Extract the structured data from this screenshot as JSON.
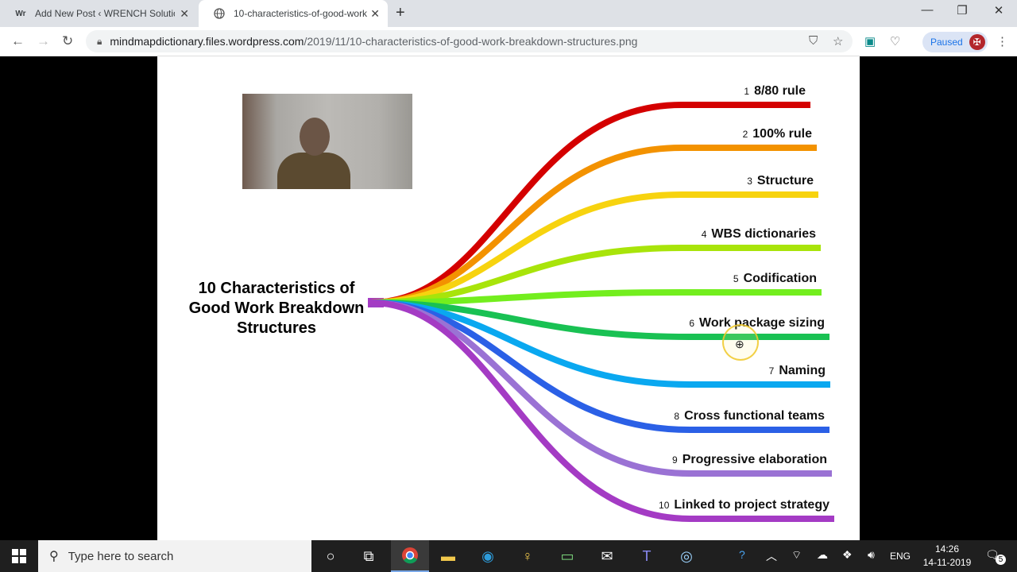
{
  "browser": {
    "tabs": [
      {
        "title": "Add New Post ‹ WRENCH Solutio",
        "favicon": "Wr",
        "active": false
      },
      {
        "title": "10-characteristics-of-good-work",
        "favicon": "globe-icon",
        "active": true
      }
    ],
    "new_tab": "+",
    "window_controls": {
      "minimize": "—",
      "restore": "❐",
      "close": "✕"
    },
    "url_host": "mindmapdictionary.files.wordpress.com",
    "url_path": "/2019/11/10-characteristics-of-good-work-breakdown-structures.png",
    "profile_status": "Paused",
    "profile_initial": "✠"
  },
  "mindmap": {
    "central_title": "10 Characteristics of Good Work Breakdown Structures",
    "branches": [
      {
        "num": "1",
        "label": "8/80 rule",
        "color": "#d40000"
      },
      {
        "num": "2",
        "label": "100% rule",
        "color": "#f39200"
      },
      {
        "num": "3",
        "label": "Structure",
        "color": "#f7d30f"
      },
      {
        "num": "4",
        "label": "WBS dictionaries",
        "color": "#a8e40a"
      },
      {
        "num": "5",
        "label": "Codification",
        "color": "#73ee1e"
      },
      {
        "num": "6",
        "label": "Work package sizing",
        "color": "#19c153"
      },
      {
        "num": "7",
        "label": "Naming",
        "color": "#0aa8f0"
      },
      {
        "num": "8",
        "label": "Cross functional teams",
        "color": "#2b60e6"
      },
      {
        "num": "9",
        "label": "Progressive elaboration",
        "color": "#9a72d4"
      },
      {
        "num": "10",
        "label": "Linked to project strategy",
        "color": "#a43bc4"
      }
    ]
  },
  "taskbar": {
    "search_placeholder": "Type here to search",
    "language": "ENG",
    "time": "14:26",
    "date": "14-11-2019",
    "notifications": "5"
  }
}
